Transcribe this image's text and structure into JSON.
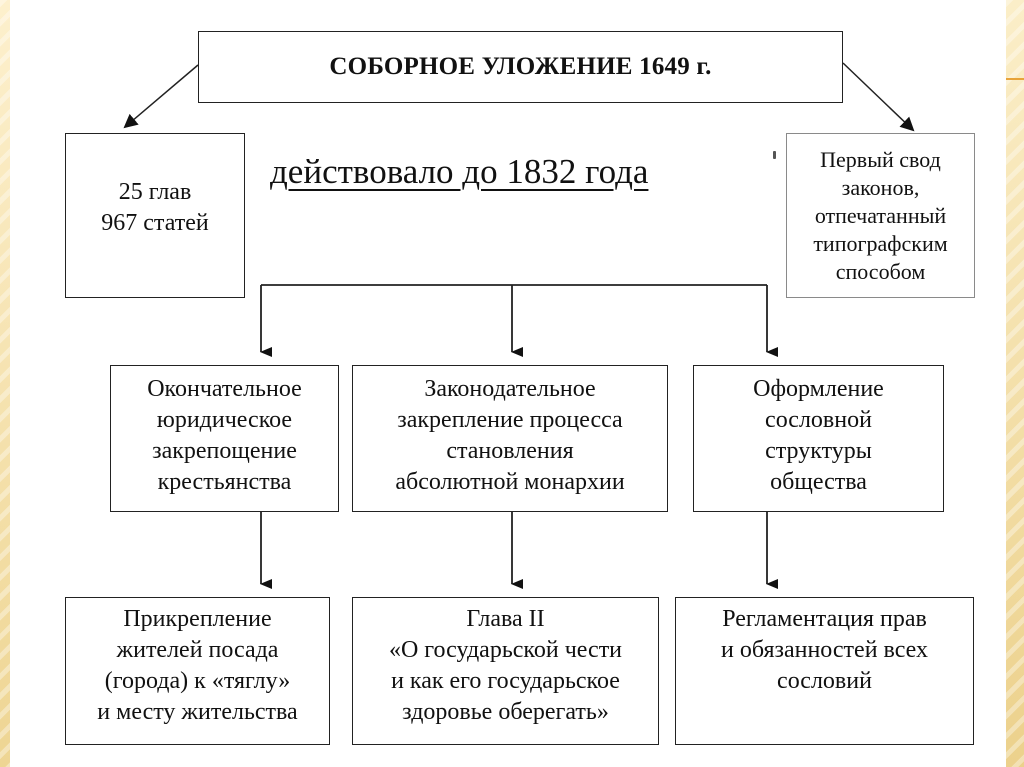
{
  "diagram": {
    "title": "СОБОРНОЕ УЛОЖЕНИЕ 1649 г.",
    "subtitle": "действовало до 1832 года",
    "left_box": {
      "text": "25 глав\n967 статей"
    },
    "right_box": {
      "text": "Первый свод\nзаконов,\nотпечатанный\nтипографским\nспособом"
    },
    "middle_row": [
      {
        "text": "Окончательное\nюридическое\nзакрепощение\nкрестьянства"
      },
      {
        "text": "Законодательное\nзакрепление процесса\nстановления\nабсолютной монархии"
      },
      {
        "text": "Оформление\nсословной\nструктуры\nобщества"
      }
    ],
    "bottom_row": [
      {
        "text": "Прикрепление\nжителей посада\n(города) к «тяглу»\nи месту жительства"
      },
      {
        "text": "Глава II\n«О государьской чести\nи как его государьское\nздоровье оберегать»"
      },
      {
        "text": "Регламентация прав\nи обязанностей всех\nсословий"
      }
    ]
  },
  "colors": {
    "border": "#222222",
    "right_box_border": "#8a8a8a",
    "frame_accent": "#e8a33a",
    "frame_stripe": "#f3dfa2"
  }
}
